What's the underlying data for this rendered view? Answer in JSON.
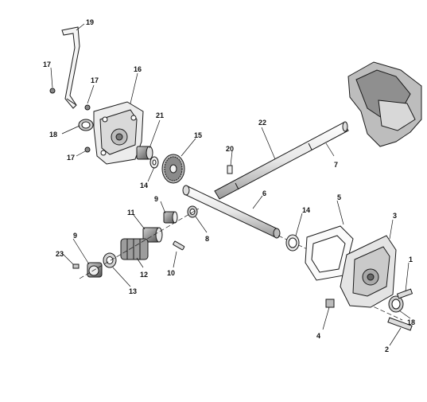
{
  "diagram": {
    "callouts": {
      "p1": "1",
      "p2": "2",
      "p3": "3",
      "p4": "4",
      "p5": "5",
      "p6": "6",
      "p7": "7",
      "p8": "8",
      "p9a": "9",
      "p9b": "9",
      "p10": "10",
      "p11": "11",
      "p12": "12",
      "p13": "13",
      "p14a": "14",
      "p14b": "14",
      "p15": "15",
      "p16": "16",
      "p17a": "17",
      "p17b": "17",
      "p17c": "17",
      "p18a": "18",
      "p18b": "18",
      "p19": "19",
      "p20": "20",
      "p21": "21",
      "p22": "22",
      "p23": "23"
    },
    "colors": {
      "line": "#1a1a1a",
      "background": "#ffffff",
      "shade": "#9a9a9a"
    }
  }
}
